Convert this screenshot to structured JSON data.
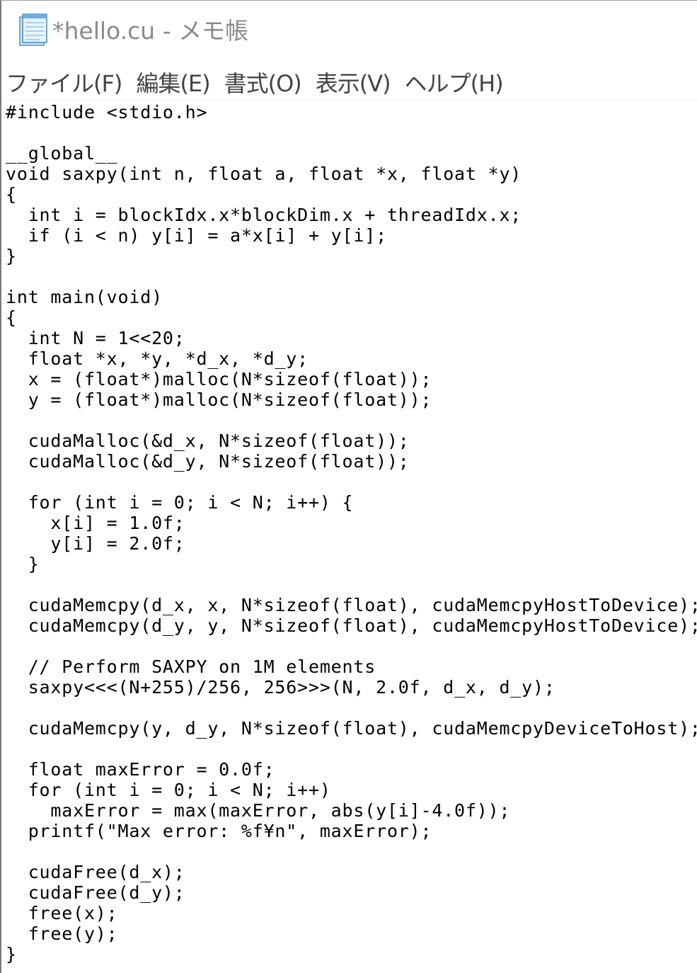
{
  "window": {
    "title_dirty_marker": "*",
    "title": "hello.cu - メモ帳"
  },
  "menubar": {
    "items": [
      {
        "label": "ファイル(F)"
      },
      {
        "label": "編集(E)"
      },
      {
        "label": "書式(O)"
      },
      {
        "label": "表示(V)"
      },
      {
        "label": "ヘルプ(H)"
      }
    ]
  },
  "editor": {
    "lines": [
      "#include <stdio.h>",
      "",
      "__global__",
      "void saxpy(int n, float a, float *x, float *y)",
      "{",
      "  int i = blockIdx.x*blockDim.x + threadIdx.x;",
      "  if (i < n) y[i] = a*x[i] + y[i];",
      "}",
      "",
      "int main(void)",
      "{",
      "  int N = 1<<20;",
      "  float *x, *y, *d_x, *d_y;",
      "  x = (float*)malloc(N*sizeof(float));",
      "  y = (float*)malloc(N*sizeof(float));",
      "",
      "  cudaMalloc(&d_x, N*sizeof(float));",
      "  cudaMalloc(&d_y, N*sizeof(float));",
      "",
      "  for (int i = 0; i < N; i++) {",
      "    x[i] = 1.0f;",
      "    y[i] = 2.0f;",
      "  }",
      "",
      "  cudaMemcpy(d_x, x, N*sizeof(float), cudaMemcpyHostToDevice);",
      "  cudaMemcpy(d_y, y, N*sizeof(float), cudaMemcpyHostToDevice);",
      "",
      "  // Perform SAXPY on 1M elements",
      "  saxpy<<<(N+255)/256, 256>>>(N, 2.0f, d_x, d_y);",
      "",
      "  cudaMemcpy(y, d_y, N*sizeof(float), cudaMemcpyDeviceToHost);",
      "",
      "  float maxError = 0.0f;",
      "  for (int i = 0; i < N; i++)",
      "    maxError = max(maxError, abs(y[i]-4.0f));",
      "  printf(\"Max error: %f¥n\", maxError);",
      "",
      "  cudaFree(d_x);",
      "  cudaFree(d_y);",
      "  free(x);",
      "  free(y);",
      "}"
    ]
  },
  "colors": {
    "title_text": "#8a8a8a",
    "menu_text": "#444444",
    "code_text": "#000000",
    "background": "#ffffff"
  },
  "icons": {
    "app_icon": "notepad-icon"
  }
}
